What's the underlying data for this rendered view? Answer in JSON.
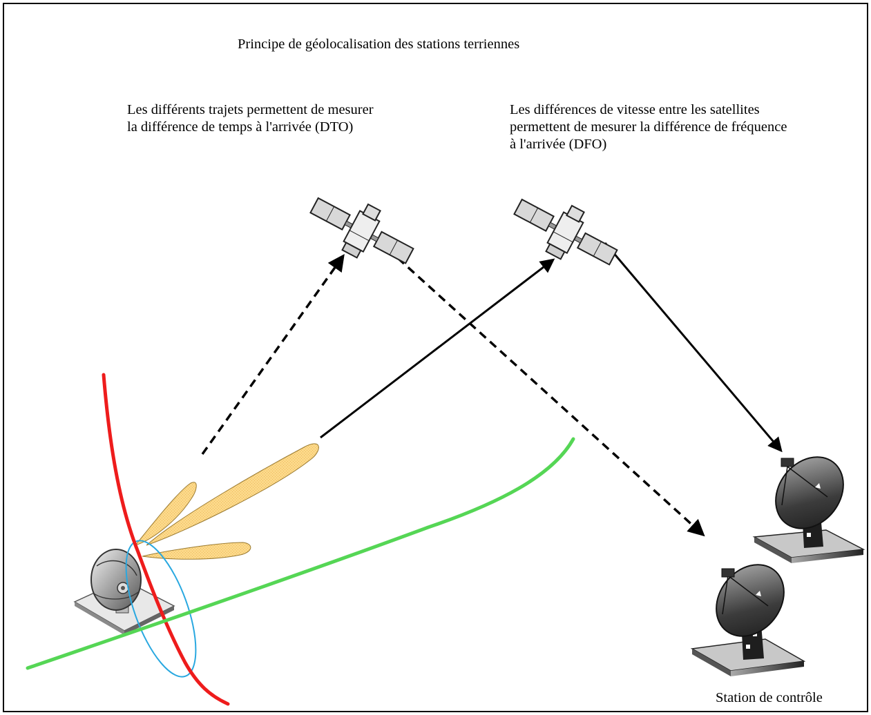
{
  "title": "Principe de géolocalisation des stations terriennes",
  "captions": {
    "dto": {
      "line1": "Les différents trajets permettent de mesurer",
      "line2": "la différence de temps à l'arrivée (DTO)"
    },
    "dfo": {
      "line1": "Les différences de vitesse entre les satellites",
      "line2": "permettent de mesurer la différence de fréquence",
      "line3": "à l'arrivée (DFO)"
    }
  },
  "station_label": "Station de contrôle",
  "icons": [
    "satellite-icon",
    "satellite-icon",
    "antenna-dish-icon",
    "antenna-dish-icon",
    "antenna-dish-icon"
  ],
  "colors": {
    "tdoa_curve": "#ee1c1c",
    "fdoa_curve": "#55d655",
    "intersection_ellipse": "#29a8e0",
    "beam_fill": "#fbd98a",
    "arrow": "#000000"
  }
}
